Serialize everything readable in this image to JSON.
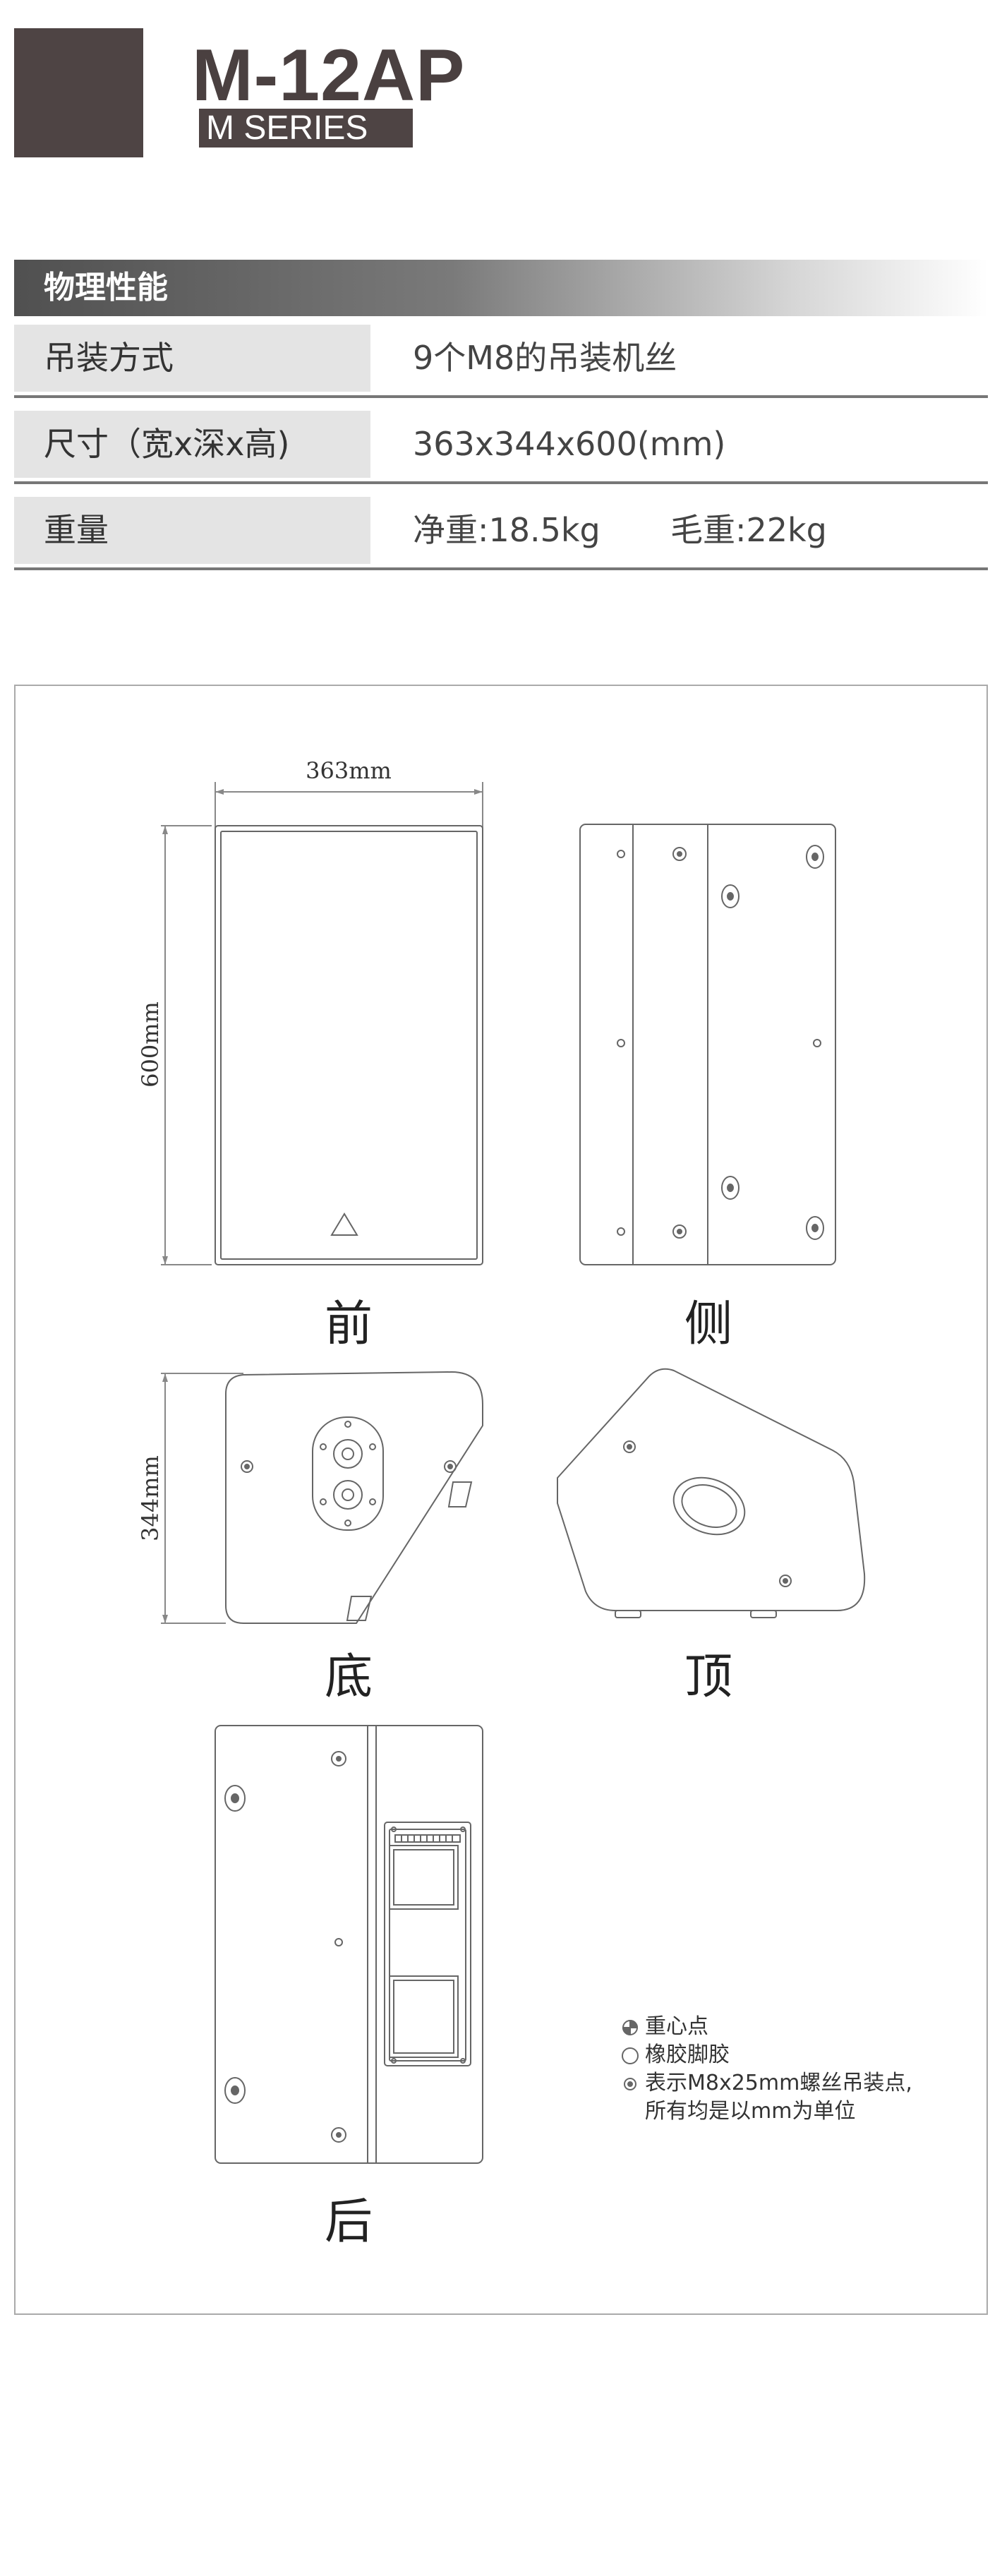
{
  "header": {
    "model": "M-12AP",
    "series": "M SERIES"
  },
  "specs": {
    "section_title": "物理性能",
    "rows": [
      {
        "label": "吊装方式",
        "value": "9个M8的吊装机丝"
      },
      {
        "label": "尺寸（宽x深x高)",
        "value": "363x344x600(mm)"
      },
      {
        "label": "重量",
        "value": "净重:18.5kg",
        "value2": "毛重:22kg"
      }
    ]
  },
  "drawings": {
    "dim_width": "363mm",
    "dim_height": "600mm",
    "dim_depth": "344mm",
    "captions": {
      "front": "前",
      "side": "侧",
      "bottom": "底",
      "top": "顶",
      "back": "后"
    }
  },
  "legend": {
    "center_of_gravity": "重心点",
    "rubber_feet": "橡胶脚胶",
    "rigging_point_line1": "表示M8x25mm螺丝吊装点,",
    "rigging_point_line2": "所有均是以mm为单位"
  }
}
